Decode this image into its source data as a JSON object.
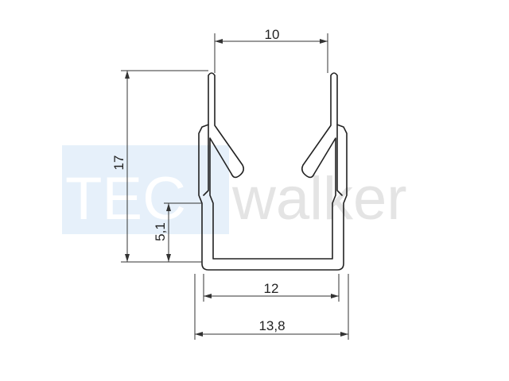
{
  "watermark": {
    "brand_prefix": "TEC",
    "brand_suffix": "walker",
    "prefix_bg_color": "#e6f0fa",
    "prefix_text_color": "#ffffff",
    "suffix_text_color": "#e4e4e4"
  },
  "dimensions": {
    "top_opening": "10",
    "height": "17",
    "step_height": "5,1",
    "inner_width": "12",
    "outer_width": "13,8"
  },
  "colors": {
    "line": "#222222",
    "background": "#ffffff"
  }
}
